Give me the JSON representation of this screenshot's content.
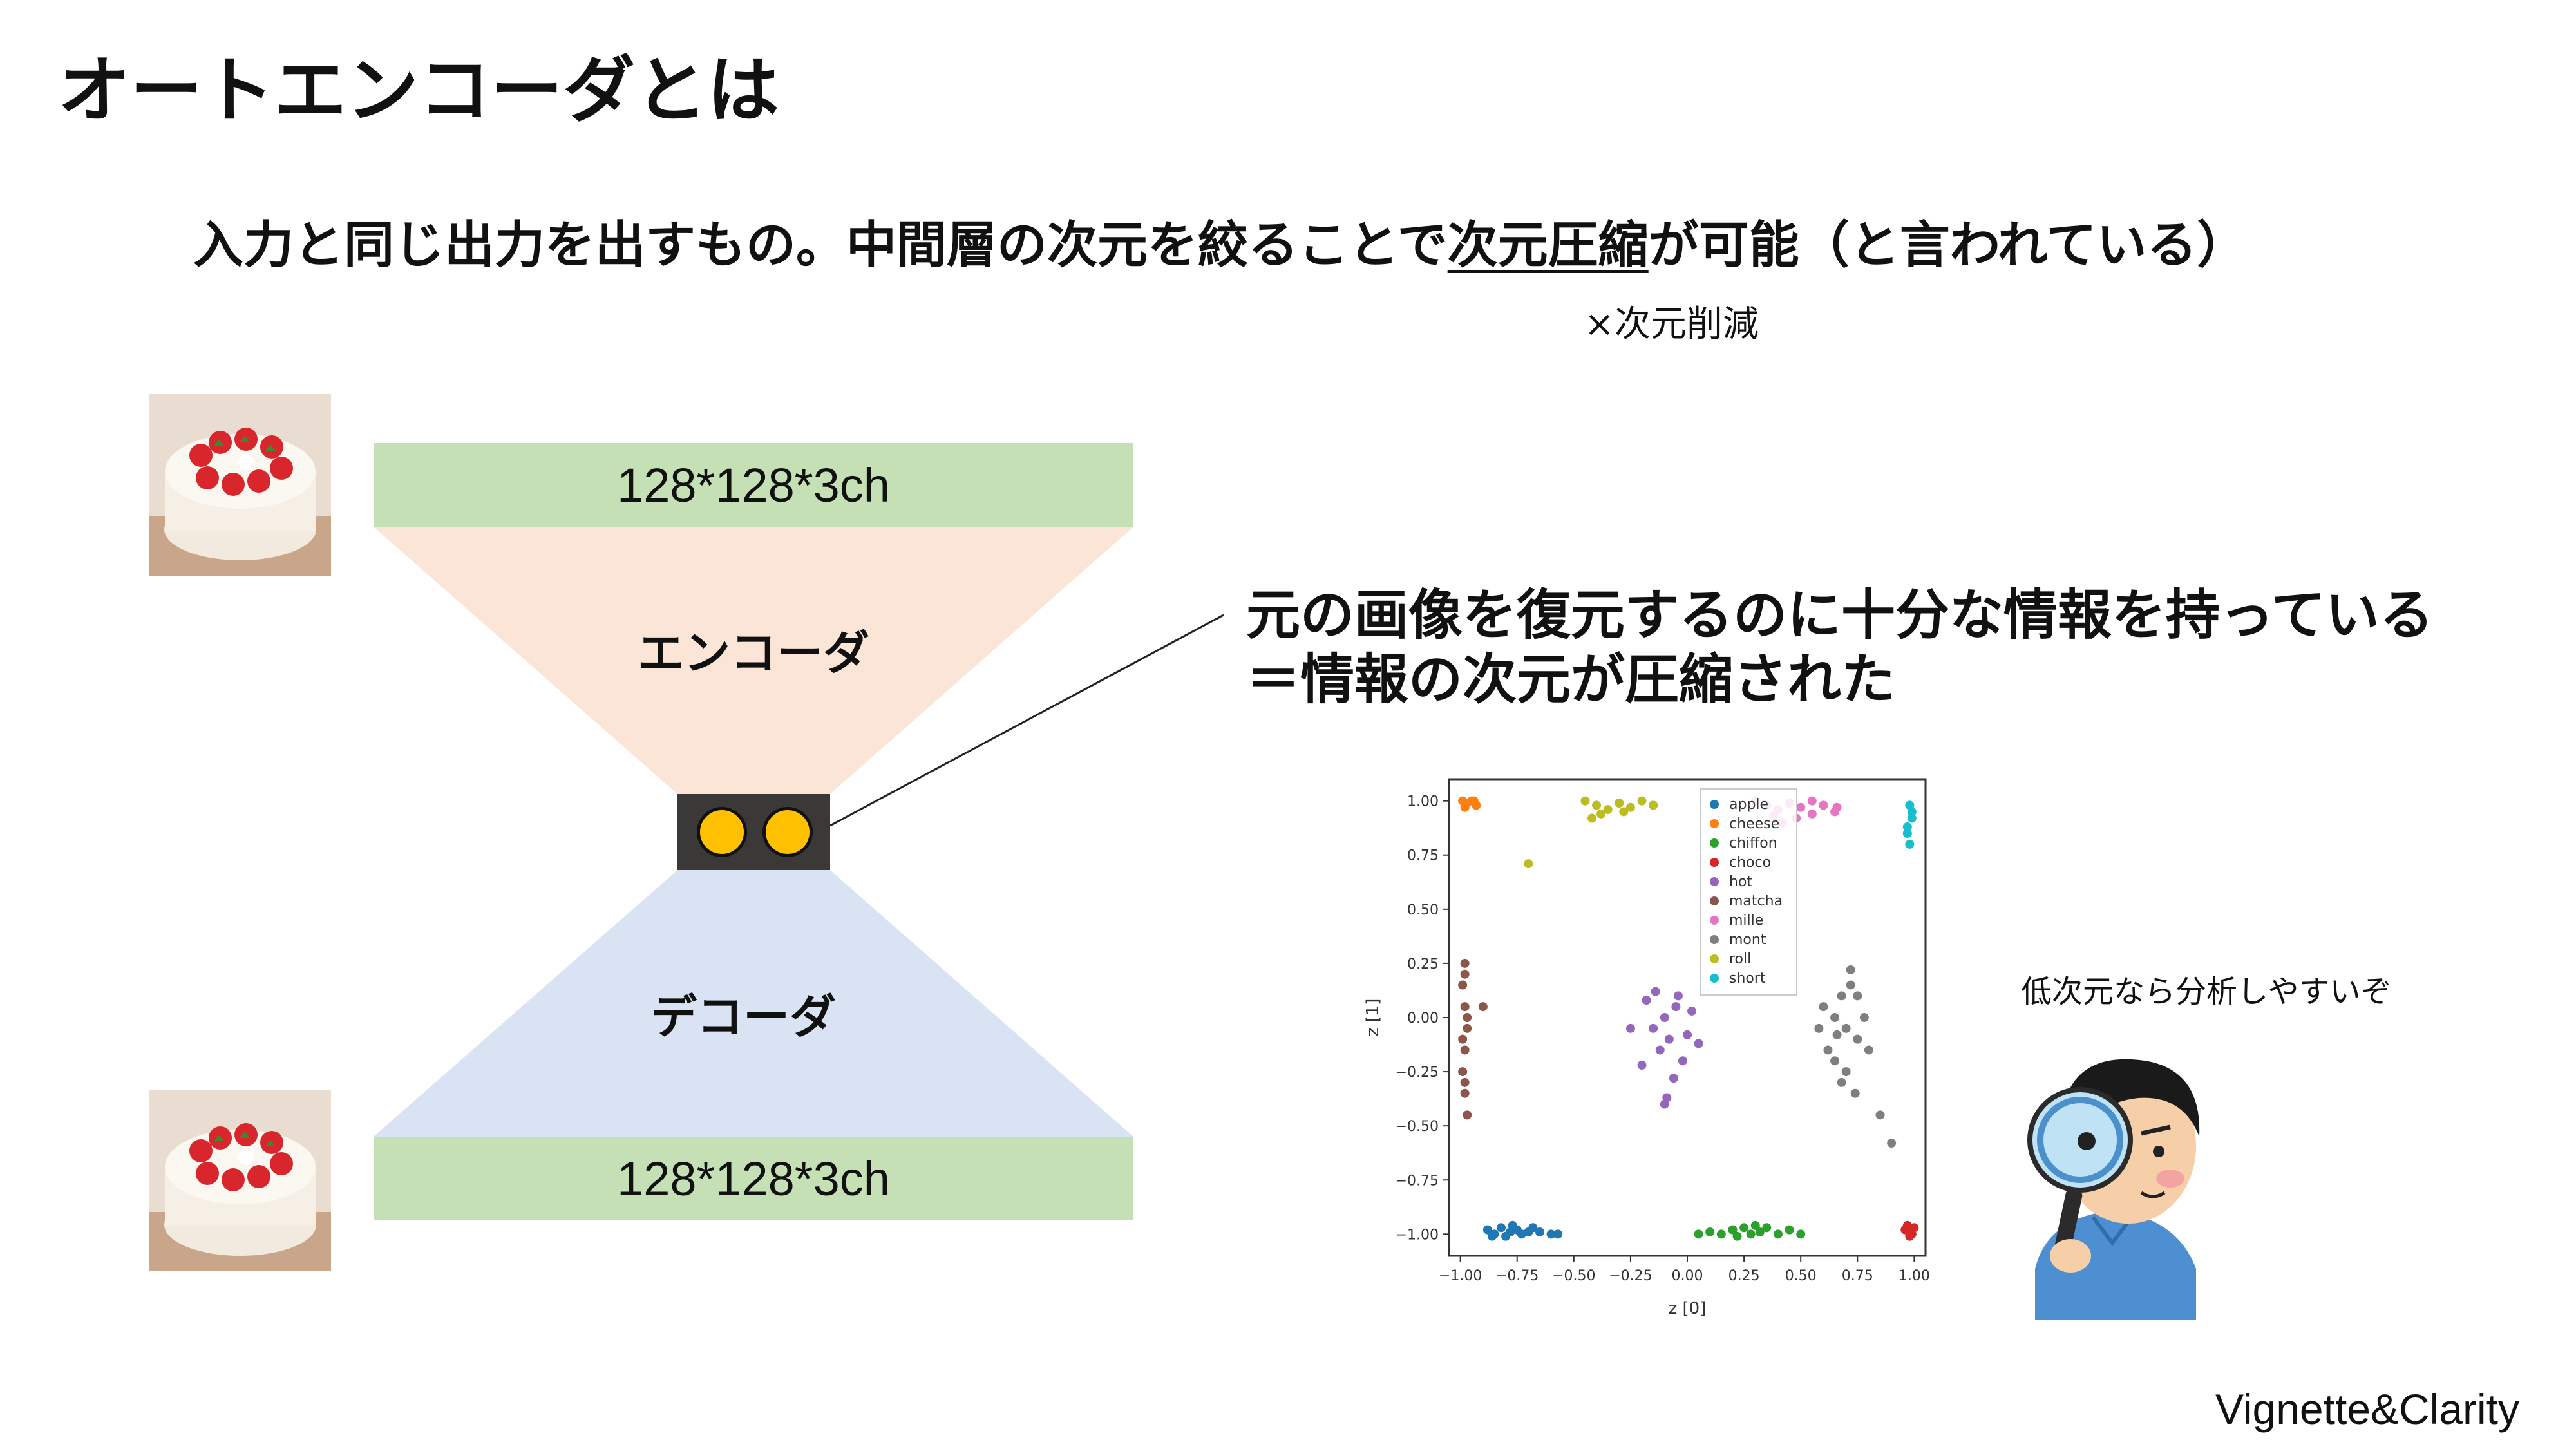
{
  "slide": {
    "title": "オートエンコーダとは",
    "subtitle_a": "入力と同じ出力を出すもの。中間層の次元を絞ることで",
    "subtitle_b": "次元圧縮",
    "subtitle_c": "が可能（と言われている）",
    "note": "×次元削減",
    "callout_line1": "元の画像を復元するのに十分な情報を持っている",
    "callout_line2": "＝情報の次元が圧縮された",
    "side_note": "低次元なら分析しやすいぞ",
    "brand": "Vignette&Clarity"
  },
  "diagram": {
    "input_size": "128*128*3ch",
    "output_size": "128*128*3ch",
    "encoder_label": "エンコーダ",
    "decoder_label": "デコーダ",
    "colors": {
      "size_box": "#c5e0b4",
      "encoder": "#fbe5d6",
      "decoder": "#dae3f3",
      "bottleneck": "#3b3838",
      "node": "#ffc000"
    }
  },
  "chart_data": {
    "type": "scatter",
    "xlabel": "z [0]",
    "ylabel": "z [1]",
    "xlim": [
      -1.05,
      1.05
    ],
    "ylim": [
      -1.1,
      1.1
    ],
    "xticks": [
      "−1.00",
      "−0.75",
      "−0.50",
      "−0.25",
      "0.00",
      "0.25",
      "0.50",
      "0.75",
      "1.00"
    ],
    "yticks": [
      "1.00",
      "0.75",
      "0.50",
      "0.25",
      "0.00",
      "−0.25",
      "−0.50",
      "−0.75",
      "−1.00"
    ],
    "xtick_values": [
      -1,
      -0.75,
      -0.5,
      -0.25,
      0,
      0.25,
      0.5,
      0.75,
      1
    ],
    "ytick_values": [
      1,
      0.75,
      0.5,
      0.25,
      0,
      -0.25,
      -0.5,
      -0.75,
      -1
    ],
    "legend_position": "upper-center",
    "series": [
      {
        "name": "apple",
        "color": "#1f77b4",
        "points": [
          [
            -0.88,
            -0.98
          ],
          [
            -0.85,
            -1.0
          ],
          [
            -0.82,
            -0.97
          ],
          [
            -0.8,
            -1.01
          ],
          [
            -0.78,
            -0.99
          ],
          [
            -0.75,
            -0.98
          ],
          [
            -0.73,
            -1.0
          ],
          [
            -0.7,
            -0.99
          ],
          [
            -0.68,
            -0.97
          ],
          [
            -0.65,
            -0.99
          ],
          [
            -0.6,
            -1.0
          ],
          [
            -0.57,
            -1.0
          ],
          [
            -0.86,
            -1.01
          ],
          [
            -0.77,
            -0.96
          ]
        ]
      },
      {
        "name": "cheese",
        "color": "#ff7f0e",
        "points": [
          [
            -0.99,
            1.0
          ],
          [
            -0.97,
            0.99
          ],
          [
            -0.95,
            1.0
          ],
          [
            -0.93,
            0.98
          ],
          [
            -0.98,
            0.97
          ],
          [
            -0.94,
            1.0
          ]
        ]
      },
      {
        "name": "chiffon",
        "color": "#2ca02c",
        "points": [
          [
            0.05,
            -1.0
          ],
          [
            0.1,
            -0.99
          ],
          [
            0.15,
            -1.0
          ],
          [
            0.2,
            -0.98
          ],
          [
            0.25,
            -0.97
          ],
          [
            0.28,
            -1.0
          ],
          [
            0.32,
            -0.99
          ],
          [
            0.35,
            -0.97
          ],
          [
            0.4,
            -1.0
          ],
          [
            0.45,
            -0.98
          ],
          [
            0.5,
            -1.0
          ],
          [
            0.22,
            -1.01
          ],
          [
            0.3,
            -0.96
          ]
        ]
      },
      {
        "name": "choco",
        "color": "#d62728",
        "points": [
          [
            0.97,
            -0.96
          ],
          [
            0.98,
            -0.99
          ],
          [
            0.99,
            -1.0
          ],
          [
            0.96,
            -0.98
          ],
          [
            1.0,
            -0.97
          ],
          [
            0.98,
            -1.01
          ]
        ]
      },
      {
        "name": "hot",
        "color": "#9467bd",
        "points": [
          [
            -0.05,
            0.05
          ],
          [
            -0.1,
            0.0
          ],
          [
            -0.15,
            -0.05
          ],
          [
            -0.08,
            -0.1
          ],
          [
            0.0,
            -0.08
          ],
          [
            -0.02,
            -0.2
          ],
          [
            -0.12,
            -0.15
          ],
          [
            -0.18,
            0.08
          ],
          [
            -0.04,
            0.1
          ],
          [
            0.05,
            -0.12
          ],
          [
            -0.2,
            -0.22
          ],
          [
            -0.06,
            -0.28
          ],
          [
            -0.1,
            -0.4
          ],
          [
            -0.09,
            -0.37
          ],
          [
            -0.25,
            -0.05
          ],
          [
            0.02,
            0.03
          ],
          [
            -0.14,
            0.12
          ]
        ]
      },
      {
        "name": "matcha",
        "color": "#8c564b",
        "points": [
          [
            -0.98,
            0.25
          ],
          [
            -0.99,
            0.15
          ],
          [
            -0.98,
            0.05
          ],
          [
            -0.97,
            -0.05
          ],
          [
            -0.98,
            -0.15
          ],
          [
            -0.99,
            -0.25
          ],
          [
            -0.98,
            -0.35
          ],
          [
            -0.97,
            -0.45
          ],
          [
            -0.99,
            -0.1
          ],
          [
            -0.98,
            0.2
          ],
          [
            -0.9,
            0.05
          ],
          [
            -0.97,
            0.0
          ],
          [
            -0.98,
            -0.3
          ]
        ]
      },
      {
        "name": "mille",
        "color": "#e377c2",
        "points": [
          [
            0.3,
            1.0
          ],
          [
            0.35,
            0.98
          ],
          [
            0.4,
            0.96
          ],
          [
            0.45,
            0.99
          ],
          [
            0.5,
            0.97
          ],
          [
            0.55,
            1.0
          ],
          [
            0.6,
            0.98
          ],
          [
            0.65,
            0.95
          ],
          [
            0.38,
            0.93
          ],
          [
            0.48,
            0.92
          ],
          [
            0.42,
            0.9
          ],
          [
            0.55,
            0.94
          ],
          [
            0.66,
            0.97
          ]
        ]
      },
      {
        "name": "mont",
        "color": "#7f7f7f",
        "points": [
          [
            0.6,
            0.05
          ],
          [
            0.65,
            0.0
          ],
          [
            0.7,
            -0.05
          ],
          [
            0.75,
            -0.1
          ],
          [
            0.68,
            0.1
          ],
          [
            0.72,
            0.15
          ],
          [
            0.62,
            -0.15
          ],
          [
            0.7,
            -0.25
          ],
          [
            0.78,
            0.0
          ],
          [
            0.58,
            -0.05
          ],
          [
            0.65,
            -0.2
          ],
          [
            0.75,
            0.1
          ],
          [
            0.68,
            -0.3
          ],
          [
            0.72,
            0.22
          ],
          [
            0.8,
            -0.15
          ],
          [
            0.85,
            -0.45
          ],
          [
            0.9,
            -0.58
          ],
          [
            0.66,
            -0.08
          ],
          [
            0.74,
            -0.35
          ]
        ]
      },
      {
        "name": "roll",
        "color": "#bcbd22",
        "points": [
          [
            -0.45,
            1.0
          ],
          [
            -0.4,
            0.98
          ],
          [
            -0.35,
            0.96
          ],
          [
            -0.3,
            0.99
          ],
          [
            -0.25,
            0.97
          ],
          [
            -0.2,
            1.0
          ],
          [
            -0.15,
            0.98
          ],
          [
            -0.38,
            0.94
          ],
          [
            -0.28,
            0.95
          ],
          [
            -0.42,
            0.92
          ],
          [
            -0.7,
            0.71
          ]
        ]
      },
      {
        "name": "short",
        "color": "#17becf",
        "points": [
          [
            0.98,
            0.98
          ],
          [
            0.99,
            0.92
          ],
          [
            0.97,
            0.85
          ],
          [
            0.98,
            0.8
          ],
          [
            0.99,
            0.95
          ],
          [
            0.97,
            0.88
          ]
        ]
      }
    ]
  }
}
